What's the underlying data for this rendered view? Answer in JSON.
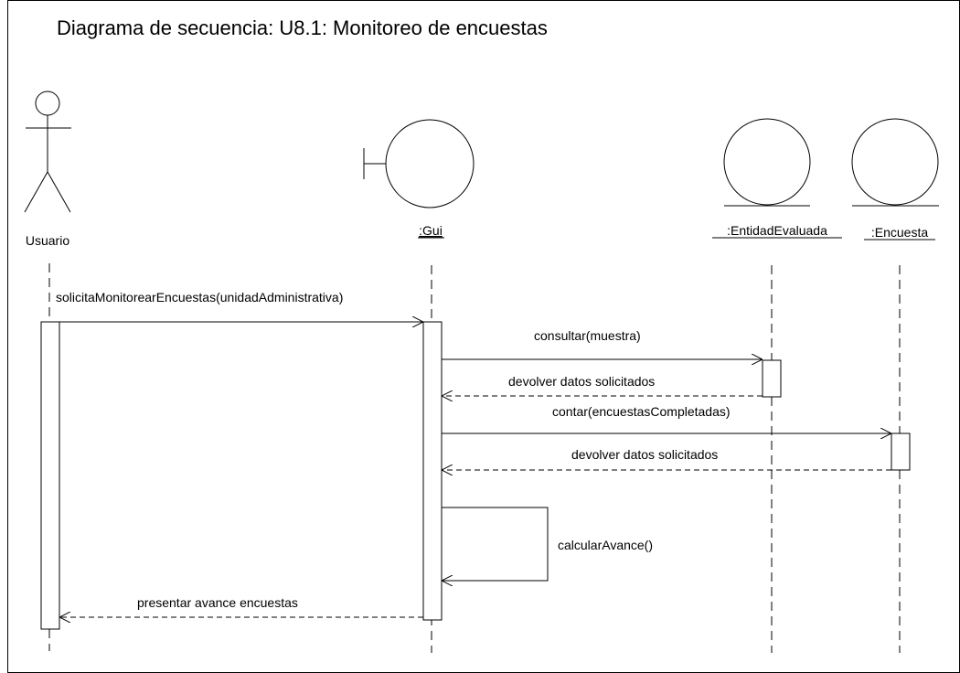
{
  "title": "Diagrama de secuencia: U8.1: Monitoreo de encuestas",
  "participants": {
    "actor": "Usuario",
    "boundary": ":Gui",
    "entity1": ":EntidadEvaluada",
    "entity2": ":Encuesta"
  },
  "messages": {
    "m1": "solicitaMonitorearEncuestas(unidadAdministrativa)",
    "m2": "consultar(muestra)",
    "m3": "devolver datos solicitados",
    "m4": "contar(encuestasCompletadas)",
    "m5": "devolver datos solicitados",
    "m6": "calcularAvance()",
    "m7": "presentar avance encuestas"
  }
}
